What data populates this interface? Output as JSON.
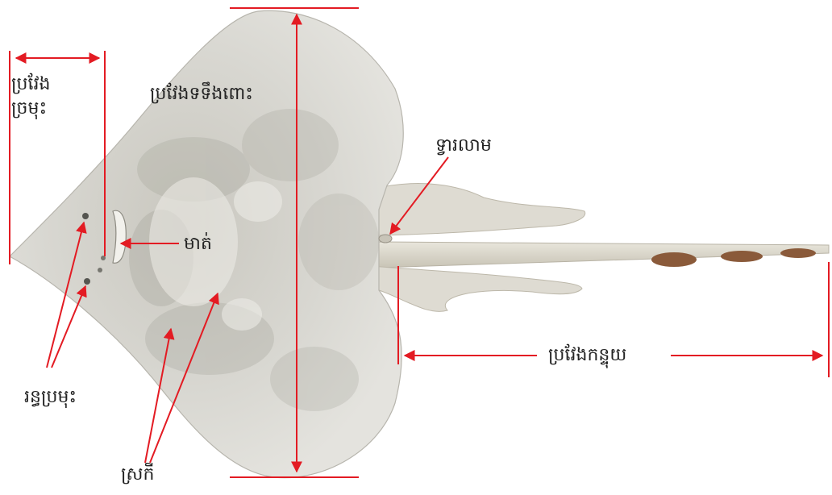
{
  "colors": {
    "annotation_line": "#e31b23",
    "ray_body": "#dcdcd6",
    "ray_body_shadow": "#c6c4bc",
    "ray_tail": "#d9d6cc",
    "ray_fin_brown": "#8a5a3a",
    "text": "#222222"
  },
  "labels": {
    "snout_length": "ប្រវែង\nច្រមុះ",
    "disc_width": "ប្រវែងទទឹងពោះ",
    "cloaca": "ទ្វារលាម",
    "eye": "មាត់",
    "tail_length": "ប្រវែងកន្ទុយ",
    "nostrils": "រន្ធប្រមុះ",
    "gills": "ស្រកី"
  }
}
